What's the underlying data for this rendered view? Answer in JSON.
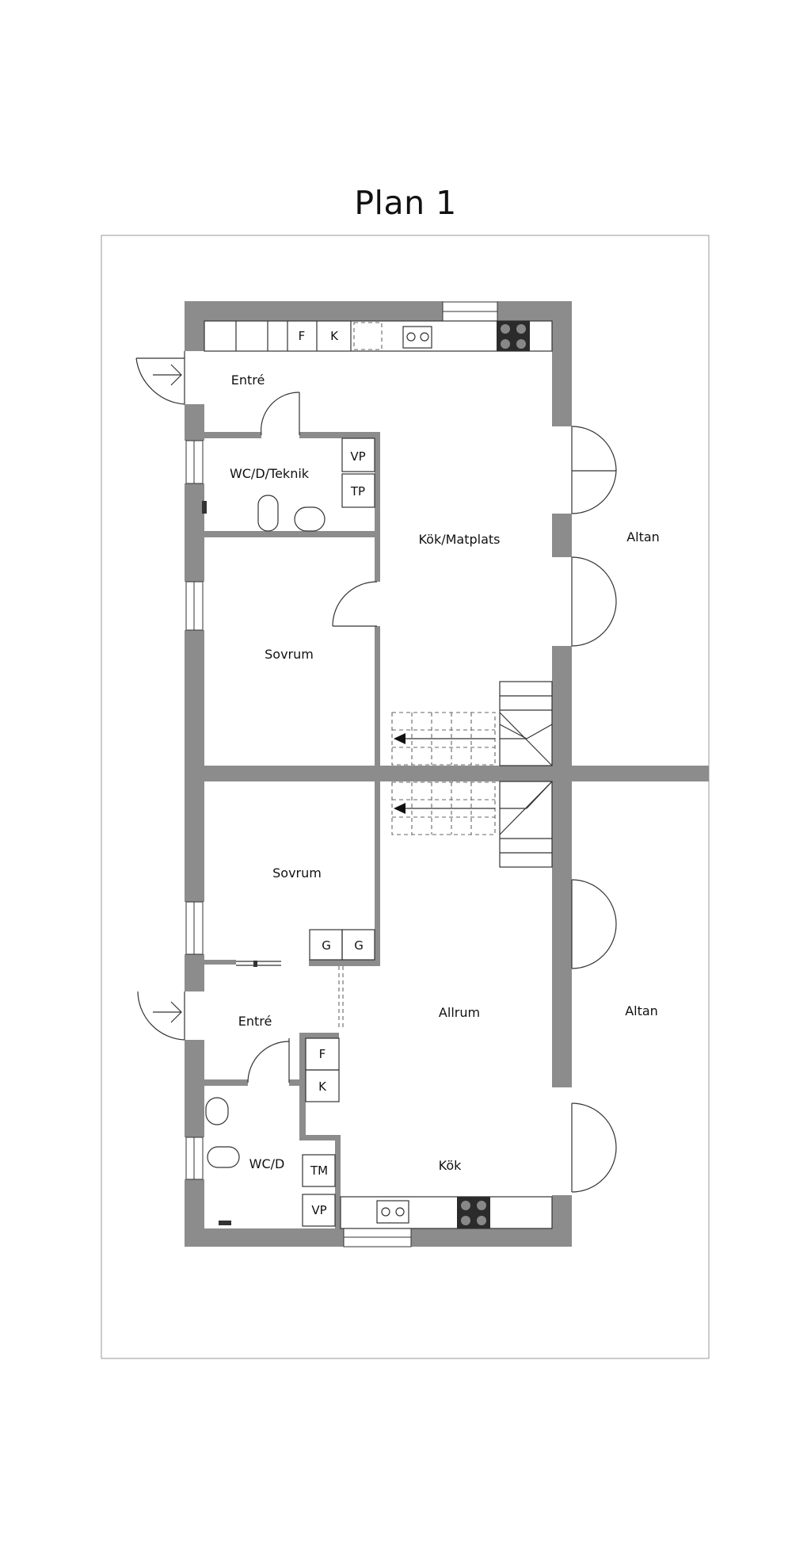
{
  "title": "Plan 1",
  "rooms": {
    "entre_upper": "Entré",
    "wc_d_teknik": "WC/D/Teknik",
    "kok_matplats": "Kök/Matplats",
    "sovrum_upper": "Sovrum",
    "altan_upper": "Altan",
    "sovrum_lower": "Sovrum",
    "entre_lower": "Entré",
    "allrum": "Allrum",
    "altan_lower": "Altan",
    "wc_d": "WC/D",
    "kok": "Kök"
  },
  "fixtures": {
    "f_upper": "F",
    "k_upper": "K",
    "vp_upper": "VP",
    "tp": "TP",
    "g1": "G",
    "g2": "G",
    "f_lower": "F",
    "k_lower": "K",
    "tm": "TM",
    "vp_lower": "VP"
  },
  "colors": {
    "wall": "#8c8c8c",
    "line": "#333333",
    "frame": "#999999"
  }
}
